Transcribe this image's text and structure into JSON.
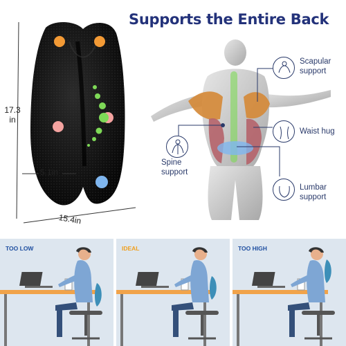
{
  "headline": "Supports the Entire Back",
  "dimensions": {
    "height": "17.3\nin",
    "height_line1": "17.3",
    "height_line2": "in",
    "depth": "5.1in",
    "width": "15.4in"
  },
  "callouts": {
    "scapular": {
      "line1": "Scapular",
      "line2": "support",
      "icon": "shoulders-icon"
    },
    "waist": {
      "line1": "Waist hug",
      "icon": "torso-icon"
    },
    "spine": {
      "line1": "Spine",
      "line2": "support",
      "icon": "back-torso-icon"
    },
    "lumbar": {
      "line1": "Lumbar",
      "line2": "support",
      "icon": "hips-icon"
    }
  },
  "panels": [
    {
      "label": "TOO LOW",
      "color": "#1f4fa0"
    },
    {
      "label": "IDEAL",
      "color": "#f0a020"
    },
    {
      "label": "TOO HIGH",
      "color": "#1f4fa0"
    }
  ],
  "colors": {
    "headline": "#23327a",
    "cushion": "#111111",
    "dot_orange": "#f39a35",
    "dot_pink": "#f4a3a0",
    "dot_green": "#7ed957",
    "dot_blue": "#7fb6ef",
    "muscle_red": "#b5636a",
    "muscle_orange": "#d58a3a",
    "panel_bg": "#dde6ef",
    "desk": "#f1a34a",
    "cushion_blue": "#3d8fb8"
  }
}
